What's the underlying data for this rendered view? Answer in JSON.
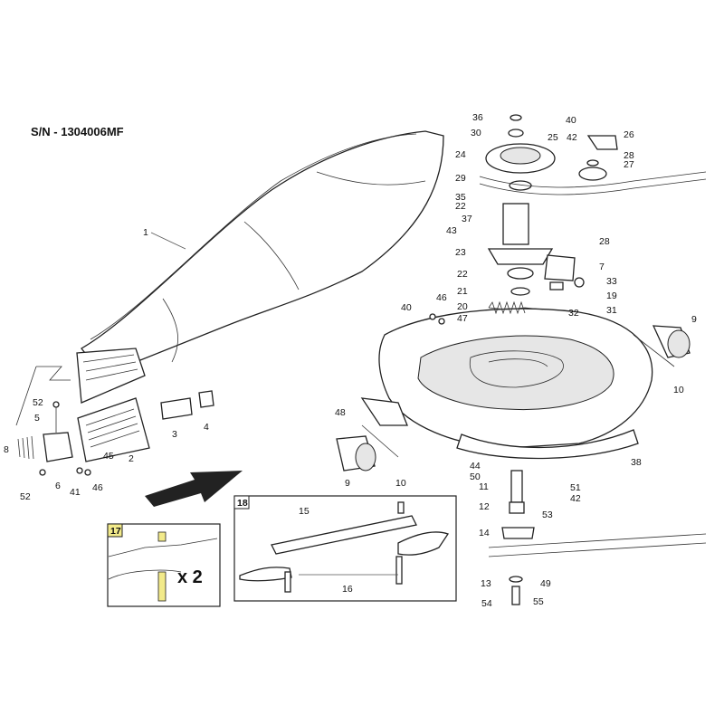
{
  "serial_number": "S/N - 1304006MF",
  "colors": {
    "line": "#222222",
    "shade": "#e6e6e6",
    "highlight": "#f2ea8a",
    "background": "#ffffff"
  },
  "inset_boxes": {
    "blade_kit": {
      "number": "17",
      "quantity": "x 2"
    },
    "blade_set": {
      "number": "18"
    }
  },
  "callouts": [
    "1",
    "2",
    "3",
    "4",
    "5",
    "6",
    "8",
    "9",
    "9",
    "10",
    "10",
    "11",
    "12",
    "13",
    "14",
    "15",
    "16",
    "19",
    "20",
    "21",
    "22",
    "22",
    "23",
    "24",
    "25",
    "26",
    "27",
    "28",
    "28",
    "29",
    "30",
    "31",
    "32",
    "33",
    "35",
    "36",
    "37",
    "38",
    "40",
    "40",
    "41",
    "42",
    "42",
    "43",
    "44",
    "45",
    "46",
    "46",
    "47",
    "48",
    "49",
    "50",
    "51",
    "52",
    "52",
    "53",
    "54",
    "55",
    "7"
  ]
}
